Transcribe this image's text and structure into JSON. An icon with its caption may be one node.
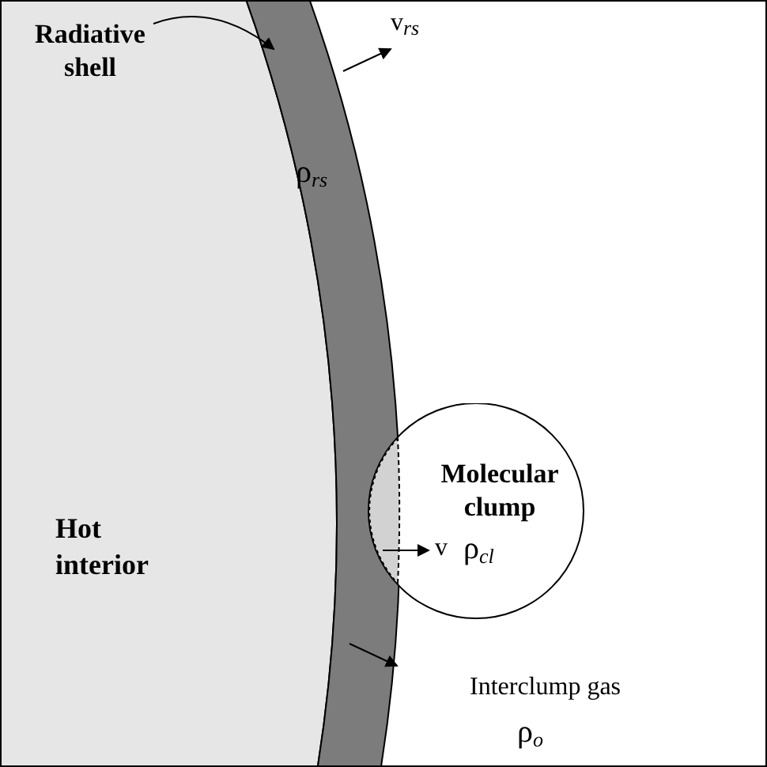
{
  "diagram": {
    "nodes": [
      {
        "text": [
          "Hot interior"
        ]
      },
      {
        "text": [
          "ρ$_{rs}$"
        ]
      },
      {
        "text": [
          "Radiative shell"
        ],
        "in": 0
      },
      {
        "text": [
          "Molecular clump",
          "ρ$_{cl}$"
        ]
      }
    ],
    "edges": [
      {
        "from": 2,
        "to": 1,
        "arrow": "to"
      }
    ],
    "labels": [
      "v$_{rs}$",
      "v",
      "Interclump gas",
      "ρ$_{o}$"
    ]
  }
}
